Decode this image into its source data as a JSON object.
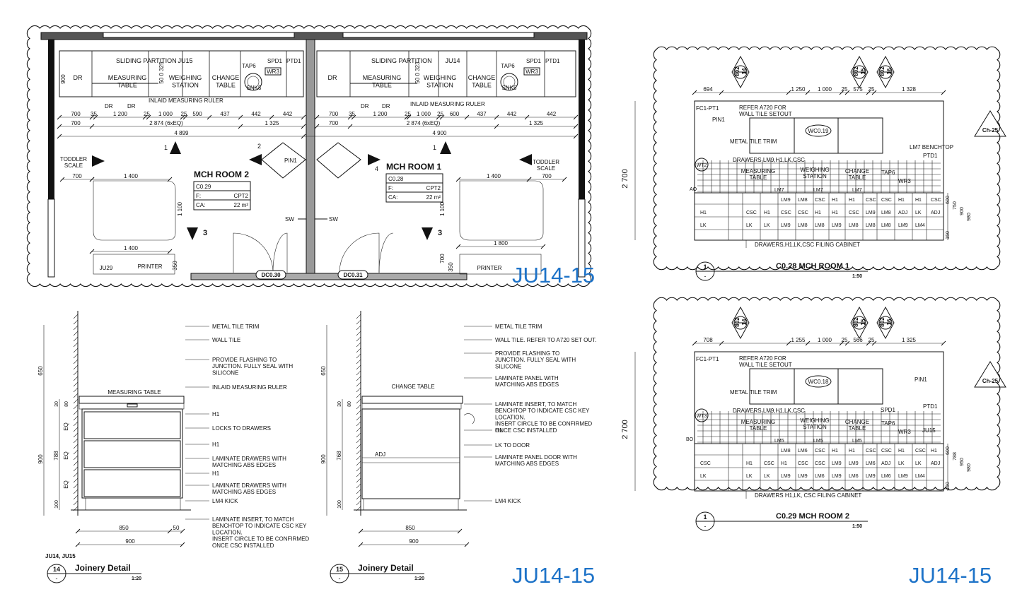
{
  "tags": {
    "top_left": "JU14-15",
    "bottom_left": "JU14-15",
    "bottom_right": "JU14-15"
  },
  "plan": {
    "room2": {
      "title": "MCH ROOM 2",
      "code": "C0.29",
      "f_label": "F:",
      "f_value": "CPT2",
      "ca_label": "CA:",
      "ca_value": "22 m²"
    },
    "room1": {
      "title": "MCH ROOM 1",
      "code": "C0.28",
      "f_label": "F:",
      "f_value": "CPT2",
      "ca_label": "CA:",
      "ca_value": "22 m²"
    },
    "labels": {
      "sp_l": "SLIDING PARTITION",
      "ju15": "JU15",
      "sp_r": "SLIDING PARTITION",
      "ju14": "JU14",
      "dr_l": "DR",
      "dr_r": "DR",
      "mt_l": "MEASURING\nTABLE",
      "mt_r": "MEASURING\nTABLE",
      "ws_l": "WEIGHING\nSTATION",
      "ws_r": "WEIGHING\nSTATION",
      "ct_l": "CHANGE\nTABLE",
      "ct_r": "CHANGE\nTABLE",
      "tap_l": "TAP6",
      "tap_r": "TAP6",
      "snk_l": "SNK5",
      "snk_r": "SNK5",
      "spd_l": "SPD1",
      "ptd_l": "PTD1",
      "spd_r": "SPD1",
      "ptd_r": "PTD1",
      "wr_l": "WR3",
      "wr_r": "WR3",
      "inlaid_l": "INLAID MEASURING RULER",
      "inlaid_r": "INLAID MEASURING RULER",
      "drs1": "DR",
      "drs2": "DR",
      "drs3": "DR",
      "drs4": "DR",
      "toddler_l": "TODDLER\nSCALE",
      "toddler_r": "TODDLER\nSCALE",
      "pin1": "PIN1",
      "sw_l": "SW",
      "sw_r": "SW",
      "dc30": "DC0.30",
      "dc31": "DC0.31",
      "ju29": "JU29",
      "printer_l": "PRINTER",
      "printer_r": "PRINTER",
      "m1": "1",
      "m2": "2",
      "m3": "3",
      "m4": "4",
      "m5": "3",
      "d325": "50 0 325",
      "d323": "50 0 323"
    },
    "dims_row1_l": [
      "700",
      "35",
      "1 200",
      "25",
      "1 000",
      "25",
      "590",
      "437",
      "442",
      "442"
    ],
    "dims_row1_r": [
      "700",
      "35",
      "1 200",
      "25",
      "1 000",
      "25",
      "600",
      "437",
      "442",
      "442"
    ],
    "dims_row2_l": [
      "700",
      "2 874 (6xEQ)",
      "1 325"
    ],
    "dims_row2_r": [
      "700",
      "2 874 (6xEQ)",
      "1 325"
    ],
    "dims_row3": [
      "4 899",
      "4 900"
    ],
    "dims_misc": [
      "900",
      "700",
      "1 400",
      "1 100",
      "1 400",
      "350",
      "700",
      "1 400",
      "700",
      "1 100",
      "700",
      "1 800",
      "350"
    ]
  },
  "detail14": {
    "title": "Joinery Detail",
    "num": "14",
    "sheet": "-",
    "scale": "1:20",
    "ref": "JU14, JU15",
    "item": "MEASURING TABLE",
    "notes": [
      "METAL TILE TRIM",
      "WALL TILE",
      "PROVIDE FLASHING TO\nJUNCTION. FULLY SEAL WITH\nSILICONE",
      "INLAID MEASURING RULER",
      "H1",
      "LOCKS TO DRAWERS",
      "H1",
      "LAMINATE DRAWERS WITH\nMATCHING ABS EDGES",
      "H1",
      "LAMINATE DRAWERS WITH\nMATCHING ABS EDGES",
      "LM4 KICK",
      "LAMINATE INSERT, TO MATCH\nBENCHTOP TO INDICATE CSC KEY\nLOCATION.\nINSERT CIRCLE TO BE CONFIRMED\nONCE CSC INSTALLED"
    ],
    "vdims": [
      "650",
      "900",
      "30",
      "80",
      "EQ",
      "788",
      "EQ",
      "EQ",
      "100"
    ],
    "hdims": [
      "850",
      "50",
      "900"
    ]
  },
  "detail15": {
    "title": "Joinery Detail",
    "num": "15",
    "sheet": "-",
    "scale": "1:20",
    "item": "CHANGE TABLE",
    "adj": "ADJ",
    "notes": [
      "METAL TILE TRIM",
      "WALL TILE. REFER TO A720 SET OUT.",
      "PROVIDE FLASHING TO\nJUNCTION. FULLY SEAL WITH\nSILICONE",
      "LAMINATE PANEL WITH\nMATCHING ABS EDGES",
      "LAMINATE INSERT, TO MATCH\nBENCHTOP TO INDICATE CSC KEY\nLOCATION.\nINSERT CIRCLE TO BE CONFIRMED\nONCE CSC INSTALLED",
      "H1",
      "LK TO DOOR",
      "LAMINATE PANEL DOOR WITH\nMATCHING ABS EDGES",
      "LM4 KICK"
    ],
    "vdims": [
      "650",
      "900",
      "30",
      "80",
      "768",
      "100"
    ],
    "hdims": [
      "850",
      "900"
    ]
  },
  "elev1": {
    "title": "C0.28 MCH ROOM 1",
    "num": "1",
    "sheet": "-",
    "scale": "1:50",
    "markers": [
      {
        "top": "802",
        "bot": "14"
      },
      {
        "top": "802",
        "bot": "15"
      },
      {
        "top": "802",
        "bot": "16"
      }
    ],
    "topdims": [
      "694",
      "1 250",
      "1 000",
      "25",
      "575",
      "25",
      "1 328"
    ],
    "height": "2 700",
    "fc": "FC1-PT1",
    "pin": "PIN1",
    "refer": "REFER A720 FOR\nWALL TILE SETOUT",
    "trim": "METAL TILE TRIM",
    "wt": "WT2",
    "wc": "WC0.19",
    "bench": "LM7 BENCHTOP",
    "ch": "Ch-25",
    "ptd": "PTD1",
    "drawers": "DRAWERS LM9,H1,LK,CSC",
    "mt": "MEASURING\nTABLE",
    "ws": "WEIGHING\nSTATION",
    "ct": "CHANGE\nTABLE",
    "tap": "TAP6",
    "wr": "WR3",
    "cab": [
      "LM7",
      "LM7",
      "LM7",
      "LM9",
      "LM8",
      "CSC",
      "H1",
      "H1",
      "CSC",
      "CSC",
      "H1",
      "H1",
      "CSC",
      "H1",
      "CSC",
      "H1",
      "CSC",
      "CSC",
      "H1",
      "H1",
      "CSC",
      "LM9",
      "LM8",
      "ADJ",
      "LK",
      "ADJ",
      "LK",
      "LK",
      "LK",
      "LM9",
      "LM8",
      "LM8",
      "LM9",
      "LM8",
      "LM8",
      "LM8",
      "LM9",
      "LM4"
    ],
    "bottom": "DRAWERS,H1,LK,CSC FILING CABINET",
    "rdims": [
      "600",
      "750",
      "900",
      "980",
      "150"
    ]
  },
  "elev2": {
    "title": "C0.29 MCH ROOM 2",
    "num": "1",
    "sheet": "-",
    "scale": "1:50",
    "markers": [
      {
        "top": "802",
        "bot": "14"
      },
      {
        "top": "802",
        "bot": "15"
      },
      {
        "top": "802",
        "bot": "16"
      }
    ],
    "topdims": [
      "708",
      "1 255",
      "1 000",
      "25",
      "566",
      "25",
      "1 325"
    ],
    "height": "2 700",
    "fc": "FC1-PT1",
    "pin": "PIN1",
    "refer": "REFER A720 FOR\nWALL TILE SETOUT",
    "trim": "METAL TILE TRIM",
    "wt": "WT3",
    "wc": "WC0.18",
    "ch": "Ch-25",
    "ptd": "PTD1",
    "spd": "SPD1",
    "ju": "JU15",
    "drawers": "DRAWERS LM9,H1,LK,CSC",
    "mt": "MEASURING\nTABLE",
    "ws": "WEIGHING\nSTATION",
    "ct": "CHANGE\nTABLE",
    "tap": "TAP6",
    "wr": "WR3",
    "cab": [
      "LM5",
      "LM5",
      "LM5",
      "LM8",
      "LM6",
      "CSC",
      "H1",
      "H1",
      "CSC",
      "CSC",
      "H1",
      "CSC",
      "H1",
      "CSC",
      "H1",
      "CSC",
      "H1",
      "CSC",
      "CSC",
      "LM9",
      "LM9",
      "LM6",
      "ADJ",
      "LK",
      "LK",
      "ADJ",
      "LK",
      "LK",
      "LK",
      "LM9",
      "LM9",
      "LM6",
      "LM9",
      "LM6",
      "LM9",
      "LM6",
      "LM9",
      "LM4"
    ],
    "bottom": "DRAWERS H1,LK, CSC FILING CABINET",
    "rdims": [
      "600",
      "788",
      "950",
      "980",
      "150"
    ]
  }
}
